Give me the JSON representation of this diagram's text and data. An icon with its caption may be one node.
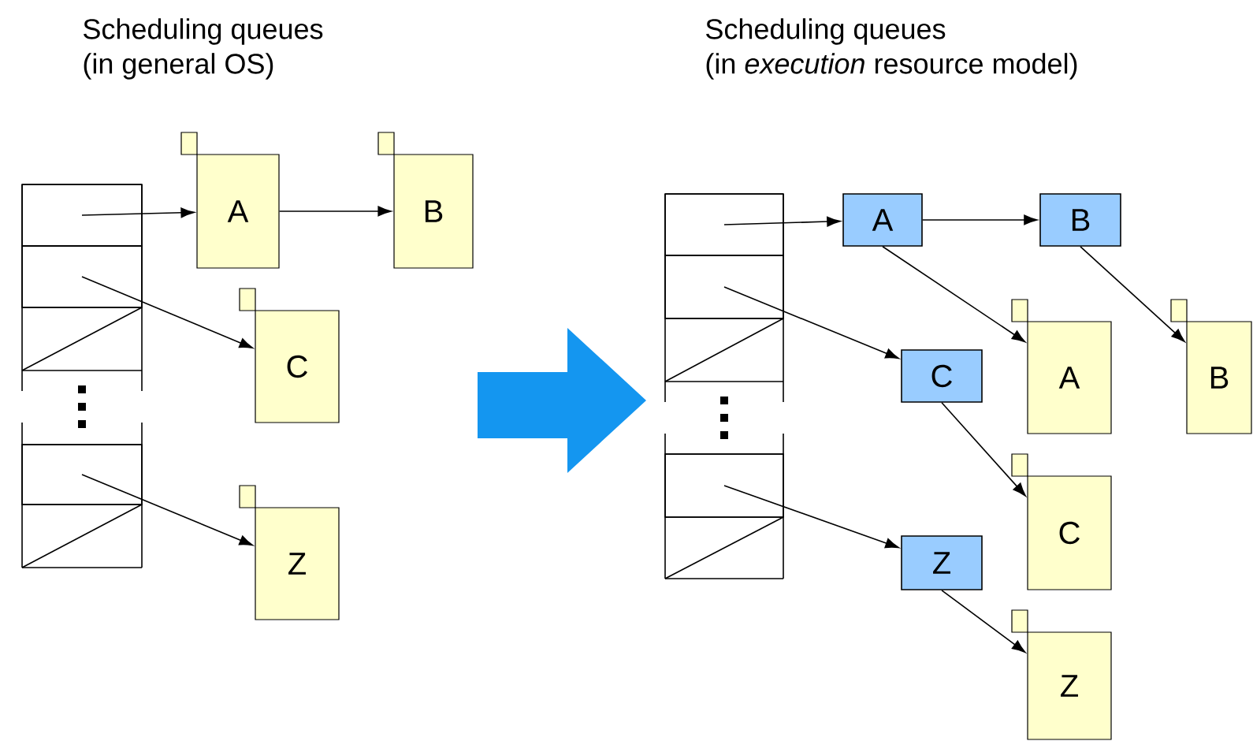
{
  "diagram": {
    "nodes": [
      {
        "text": [],
        "shape": "box"
      },
      {
        "text": [],
        "shape": "box"
      },
      {
        "text": [],
        "shape": "box"
      },
      {
        "text": [
          "A"
        ]
      },
      {
        "text": [
          "B"
        ]
      },
      {
        "text": [
          "C"
        ]
      },
      {
        "text": [
          "Z"
        ]
      },
      {
        "text": [],
        "shape": "box"
      },
      {
        "text": [],
        "shape": "box"
      },
      {
        "text": [],
        "shape": "box"
      },
      {
        "text": [
          "A"
        ]
      },
      {
        "text": [
          "B"
        ]
      },
      {
        "text": [
          "C"
        ]
      },
      {
        "text": [
          "Z"
        ]
      },
      {
        "text": [
          "A"
        ]
      },
      {
        "text": [
          "B"
        ]
      },
      {
        "text": [
          "C"
        ]
      },
      {
        "text": [
          "Z"
        ]
      }
    ],
    "edges": [
      {
        "from": 0,
        "to": 3,
        "arrow": "to"
      },
      {
        "from": 3,
        "to": 4,
        "arrow": "to"
      },
      {
        "from": 1,
        "to": 5,
        "arrow": "to"
      },
      {
        "from": 2,
        "to": 6,
        "arrow": "to"
      },
      {
        "from": 7,
        "to": 10,
        "arrow": "to"
      },
      {
        "from": 10,
        "to": 11,
        "arrow": "to"
      },
      {
        "from": 8,
        "to": 12,
        "arrow": "to"
      },
      {
        "from": 9,
        "to": 13,
        "arrow": "to"
      },
      {
        "from": 10,
        "to": 14,
        "arrow": "to"
      },
      {
        "from": 11,
        "to": 15,
        "arrow": "to"
      },
      {
        "from": 12,
        "to": 16,
        "arrow": "to"
      },
      {
        "from": 13,
        "to": 17,
        "arrow": "to"
      }
    ],
    "labels": [
      "Scheduling queues",
      "(in general OS)",
      "Scheduling queues",
      "(in *execution* resource model)"
    ]
  }
}
